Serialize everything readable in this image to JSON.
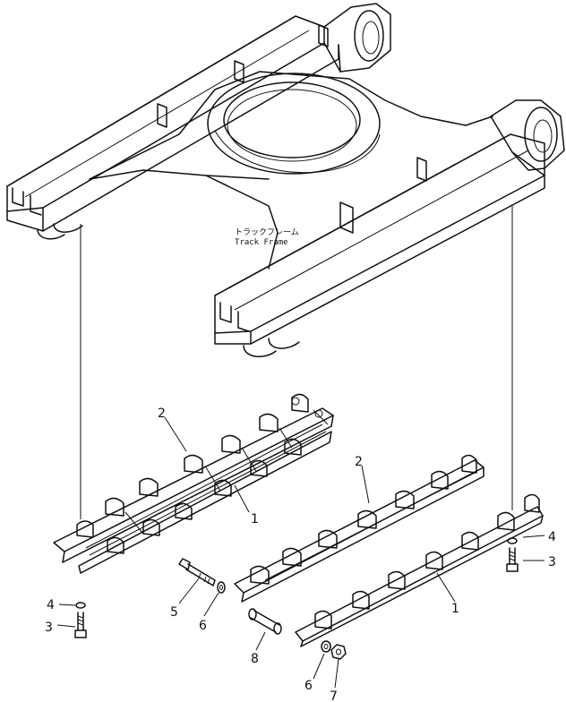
{
  "frame_label": {
    "japanese": "トラックフレーム",
    "english": "Track Frame"
  },
  "callouts": [
    {
      "key": "guard-left",
      "text": "1"
    },
    {
      "key": "guard-right",
      "text": "1"
    },
    {
      "key": "bracket-left",
      "text": "2"
    },
    {
      "key": "bracket-right",
      "text": "2"
    },
    {
      "key": "bolt-left",
      "text": "3"
    },
    {
      "key": "bolt-right",
      "text": "3"
    },
    {
      "key": "washer-left",
      "text": "4"
    },
    {
      "key": "washer-right",
      "text": "4"
    },
    {
      "key": "bolt-long",
      "text": "5"
    },
    {
      "key": "washer-a",
      "text": "6"
    },
    {
      "key": "washer-b",
      "text": "6"
    },
    {
      "key": "nut",
      "text": "7"
    },
    {
      "key": "spacer",
      "text": "8"
    }
  ]
}
